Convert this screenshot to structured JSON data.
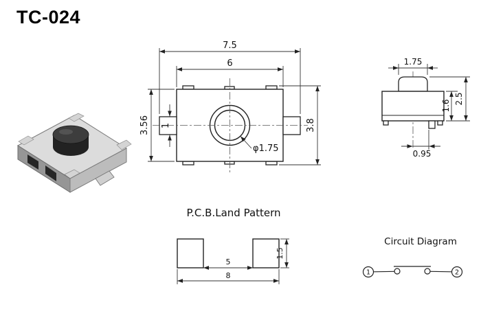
{
  "title": "TC-024",
  "top_view": {
    "dim_overall_width": "7.5",
    "dim_body_width": "6",
    "dim_body_height": "3.56",
    "dim_terminal_height": "1",
    "dim_overall_height": "3.8",
    "dim_button_diameter": "φ1.75"
  },
  "side_view": {
    "dim_button_width": "1.75",
    "dim_total_height": "2.5",
    "dim_body_height": "1.6",
    "dim_terminal_offset": "0.95"
  },
  "land_pattern": {
    "label": "P.C.B.Land Pattern",
    "dim_pad_inner_spacing": "5",
    "dim_pad_outer_spacing": "8",
    "dim_pad_height": "1.5"
  },
  "circuit_diagram": {
    "label": "Circuit Diagram",
    "terminal_1": "1",
    "terminal_2": "2"
  }
}
